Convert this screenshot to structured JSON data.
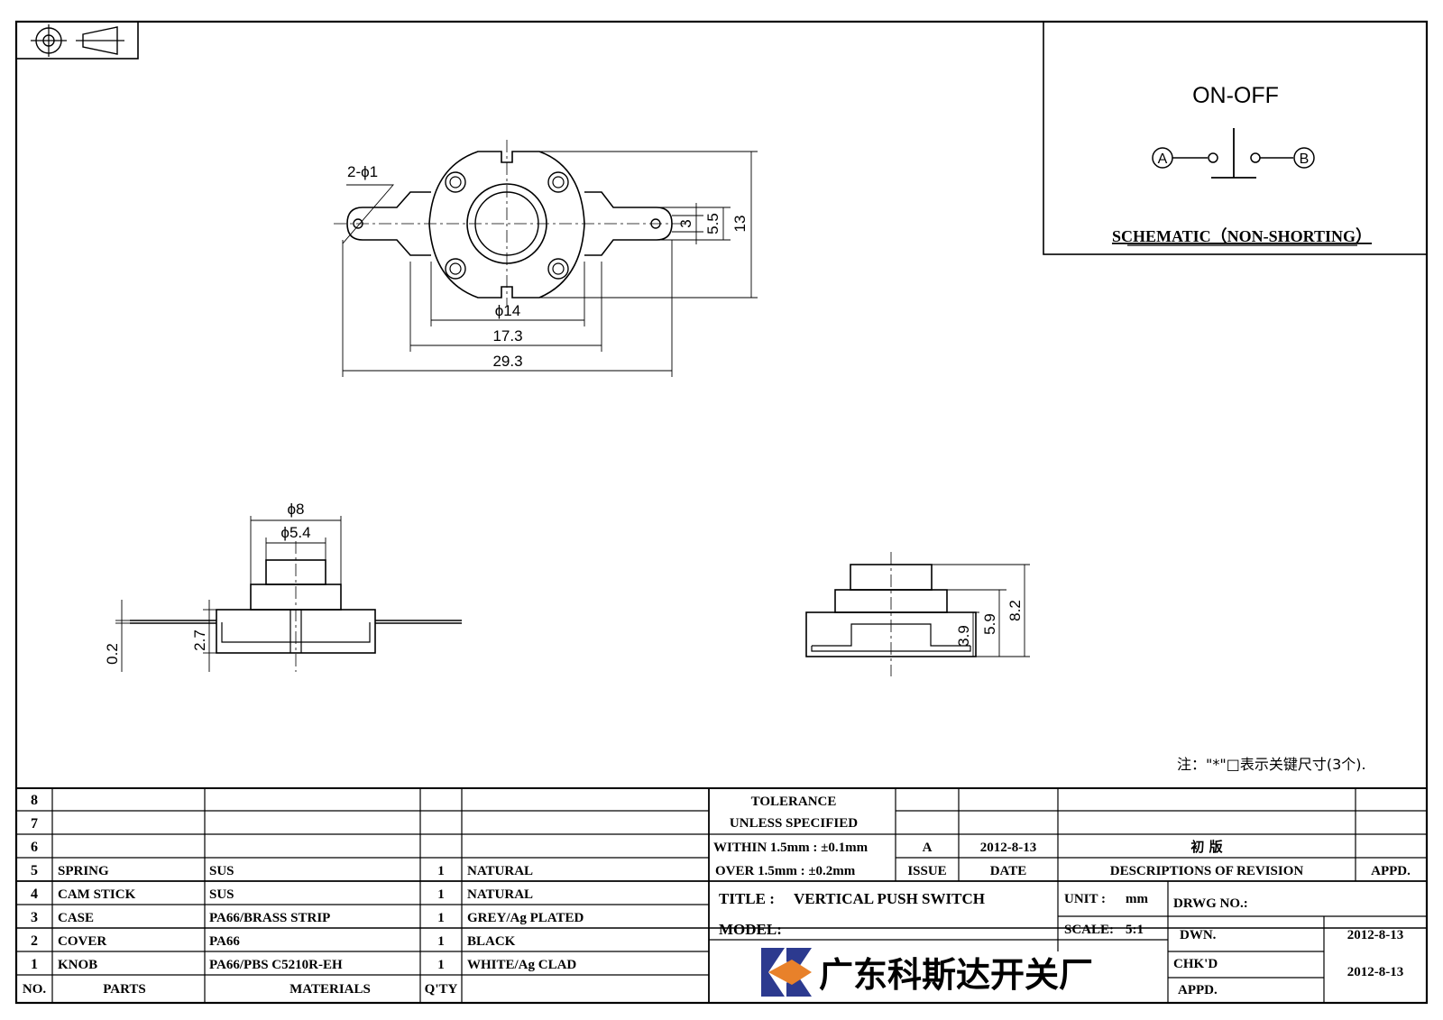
{
  "schematic": {
    "title": "ON-OFF",
    "terminal_a": "A",
    "terminal_b": "B",
    "caption": "SCHEMATIC（NON-SHORTING）"
  },
  "dimensions": {
    "holes": "2-ϕ1",
    "d14": "ϕ14",
    "w173": "17.3",
    "w293": "29.3",
    "h3": "3",
    "h55": "5.5",
    "h13": "13",
    "d8": "ϕ8",
    "d54": "ϕ5.4",
    "t02": "0.2",
    "h27": "2.7",
    "h39": "3.9",
    "h59": "5.9",
    "h82": "8.2"
  },
  "note": "注：\"*\"□表示关键尺寸(3个).",
  "bom": {
    "rows": [
      {
        "no": "8",
        "part": "",
        "material": "",
        "qty": "",
        "finish": ""
      },
      {
        "no": "7",
        "part": "",
        "material": "",
        "qty": "",
        "finish": ""
      },
      {
        "no": "6",
        "part": "",
        "material": "",
        "qty": "",
        "finish": ""
      },
      {
        "no": "5",
        "part": "SPRING",
        "material": "SUS",
        "qty": "1",
        "finish": "NATURAL"
      },
      {
        "no": "4",
        "part": "CAM STICK",
        "material": "SUS",
        "qty": "1",
        "finish": "NATURAL"
      },
      {
        "no": "3",
        "part": "CASE",
        "material": "PA66/BRASS STRIP",
        "qty": "1",
        "finish": "GREY/Ag PLATED"
      },
      {
        "no": "2",
        "part": "COVER",
        "material": "PA66",
        "qty": "1",
        "finish": "BLACK"
      },
      {
        "no": "1",
        "part": "KNOB",
        "material": "PA66/PBS C5210R-EH",
        "qty": "1",
        "finish": "WHITE/Ag CLAD"
      }
    ],
    "header": {
      "no": "NO.",
      "part": "PARTS",
      "material": "MATERIALS",
      "qty": "Q'TY"
    }
  },
  "title_block": {
    "tolerance_1": "TOLERANCE",
    "tolerance_2": "UNLESS  SPECIFIED",
    "within": "WITHIN 1.5mm : ±0.1mm",
    "over": "OVER 1.5mm : ±0.2mm",
    "issue_value": "A",
    "date_value": "2012-8-13",
    "rev_desc": "初  版",
    "issue_label": "ISSUE",
    "date_label": "DATE",
    "desc_label": "DESCRIPTIONS OF REVISION",
    "appd_label": "APPD.",
    "title_label": "TITLE :",
    "title_value": "VERTICAL PUSH SWITCH",
    "unit_label": "UNIT :",
    "unit_value": "mm",
    "drwg_label": "DRWG NO.:",
    "model_label": "MODEL:",
    "scale_label": "SCALE:",
    "scale_value": "5:1",
    "dwn_label": "DWN.",
    "dwn_date": "2012-8-13",
    "chkd_label": "CHK'D",
    "chkd_date": "2012-8-13",
    "appd2_label": "APPD.",
    "company": "广东科斯达开关厂"
  },
  "colors": {
    "logo_blue": "#2c3a8f",
    "logo_orange": "#e8812a",
    "line": "#000000"
  }
}
